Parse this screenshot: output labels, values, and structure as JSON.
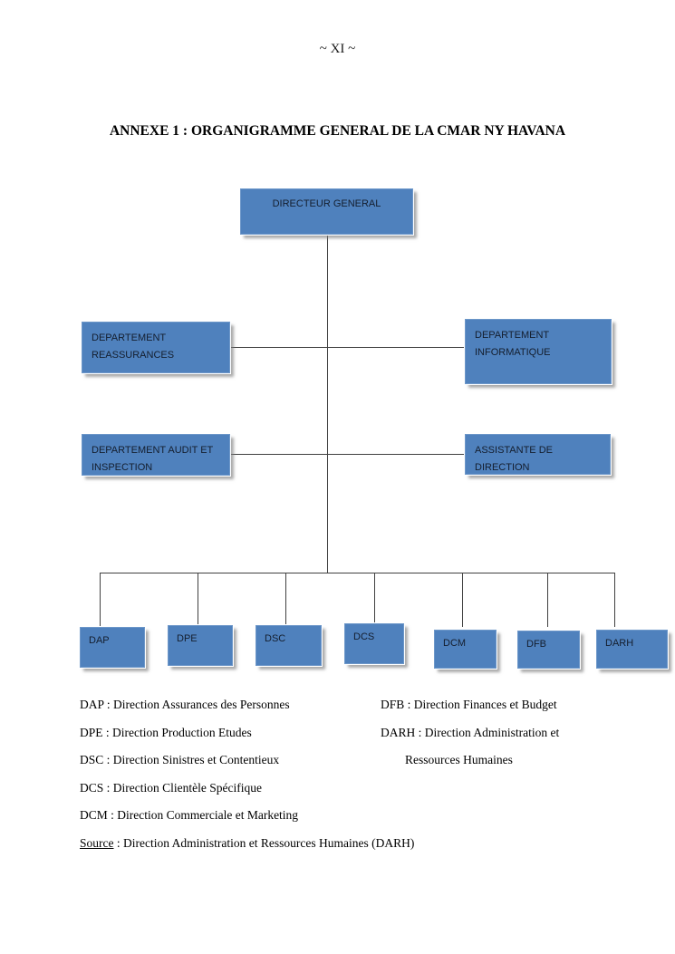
{
  "page": {
    "page_number": "~ XI ~",
    "title": "ANNEXE 1 : ORGANIGRAMME GENERAL DE LA CMAR NY HAVANA"
  },
  "org_chart": {
    "root": {
      "label": "DIRECTEUR GENERAL"
    },
    "level2": [
      {
        "label": "DEPARTEMENT REASSURANCES"
      },
      {
        "label": "DEPARTEMENT INFORMATIQUE"
      }
    ],
    "level3": [
      {
        "label": "DEPARTEMENT AUDIT ET INSPECTION"
      },
      {
        "label": "ASSISTANTE DE DIRECTION"
      }
    ],
    "directions": [
      {
        "label": "DAP"
      },
      {
        "label": "DPE"
      },
      {
        "label": "DSC"
      },
      {
        "label": "DCS"
      },
      {
        "label": "DCM"
      },
      {
        "label": "DFB"
      },
      {
        "label": "DARH"
      }
    ],
    "colors": {
      "node_fill": "#4f81bd",
      "node_border": "#6d97c9",
      "node_text": "#141e2e",
      "connector": "#404040"
    }
  },
  "legend": {
    "left_column": [
      "DAP : Direction Assurances des Personnes",
      "DPE : Direction Production Etudes",
      "DSC : Direction Sinistres et Contentieux",
      "DCS : Direction Clientèle Spécifique",
      "DCM : Direction Commerciale et Marketing"
    ],
    "right_column": [
      "DFB : Direction Finances et Budget",
      "DARH : Direction Administration et",
      "Ressources Humaines"
    ],
    "source_label": "Source",
    "source_text": " : Direction Administration et Ressources Humaines (DARH)"
  }
}
